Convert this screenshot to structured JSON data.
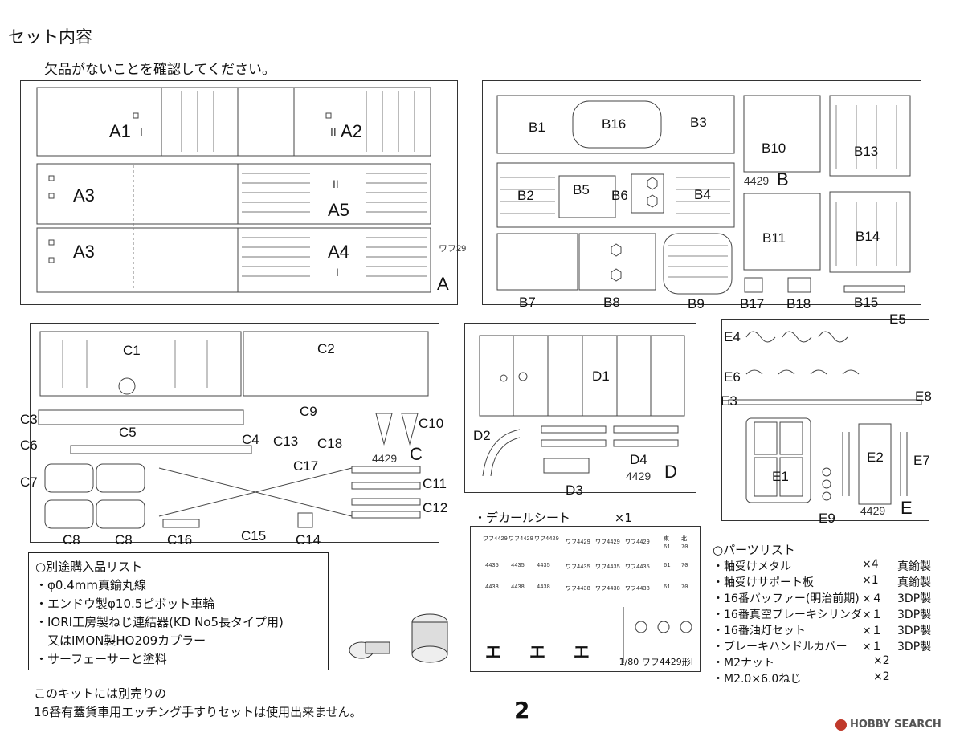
{
  "header": {
    "title": "セット内容",
    "note": "欠品がないことを確認してください。"
  },
  "sheets": {
    "A": {
      "mark": "A",
      "stamp": "ワフ29",
      "parts": [
        "A1",
        "A2",
        "A3",
        "A3",
        "A5",
        "A4"
      ],
      "marks": [
        "I",
        "II",
        "II",
        "I"
      ]
    },
    "B": {
      "mark": "B",
      "stamp": "4429",
      "parts": [
        "B1",
        "B16",
        "B3",
        "B10",
        "B13",
        "B2",
        "B5",
        "B6",
        "B4",
        "B11",
        "B14",
        "B7",
        "B8",
        "B9",
        "B17",
        "B18",
        "B15"
      ]
    },
    "C": {
      "mark": "C",
      "stamp": "4429",
      "parts": [
        "C1",
        "C2",
        "C3",
        "C9",
        "C10",
        "C5",
        "C6",
        "C4",
        "C13",
        "C18",
        "C17",
        "C7",
        "C11",
        "C12",
        "C8",
        "C8",
        "C16",
        "C15",
        "C14"
      ]
    },
    "D": {
      "mark": "D",
      "stamp": "4429",
      "parts": [
        "D1",
        "D2",
        "D4",
        "D3"
      ]
    },
    "E": {
      "mark": "E",
      "stamp": "4429",
      "parts": [
        "E5",
        "E4",
        "E6",
        "E8",
        "E3",
        "E2",
        "E7",
        "E1",
        "E9"
      ]
    }
  },
  "decal": {
    "title": "・デカールシート",
    "qty": "×1",
    "caption": "1/80 ワフ4429形Ⅰ",
    "numbers": [
      "ワフ4429",
      "ワフ4429",
      "ワフ4429",
      "ワフ4429",
      "ワフ4429",
      "ワフ4429",
      "4435",
      "4435",
      "4435",
      "ワフ4435",
      "ワフ4435",
      "ワフ4435",
      "4438",
      "4438",
      "4438",
      "ワフ4438",
      "ワフ4438",
      "ワフ4438"
    ],
    "side_marks": [
      "東",
      "北",
      "61",
      "70",
      "61",
      "70",
      "61",
      "70"
    ],
    "kana": "エ エ エ"
  },
  "purchase": {
    "title": "○別途購入品リスト",
    "items": [
      "・φ0.4mm真鍮丸線",
      "・エンドウ製φ10.5ピボット車輪",
      "・IORI工房製ねじ連結器(KD No5長タイプ用)",
      "　又はIMON製HO209カプラー",
      "・サーフェーサーと塗料"
    ]
  },
  "parts_list": {
    "title": "○パーツリスト",
    "items": [
      {
        "name": "・軸受けメタル",
        "qty": "×4",
        "material": "真鍮製"
      },
      {
        "name": "・軸受けサポート板",
        "qty": "×1",
        "material": "真鍮製"
      },
      {
        "name": "・16番バッファー(明治前期)",
        "qty": "×４",
        "material": "3DP製"
      },
      {
        "name": "・16番真空ブレーキシリンダ",
        "qty": "×１",
        "material": "3DP製"
      },
      {
        "name": "・16番油灯セット",
        "qty": "×１",
        "material": "3DP製"
      },
      {
        "name": "・ブレーキハンドルカバー",
        "qty": "×１",
        "material": "3DP製"
      },
      {
        "name": "・M2ナット",
        "qty": "×2",
        "material": ""
      },
      {
        "name": "・M2.0×6.0ねじ",
        "qty": "×2",
        "material": ""
      }
    ]
  },
  "footnote": {
    "line1": "このキットには別売りの",
    "line2": "16番有蓋貨車用エッチング手すりセットは使用出来ません。"
  },
  "page_number": "2",
  "watermark": "HOBBY SEARCH"
}
